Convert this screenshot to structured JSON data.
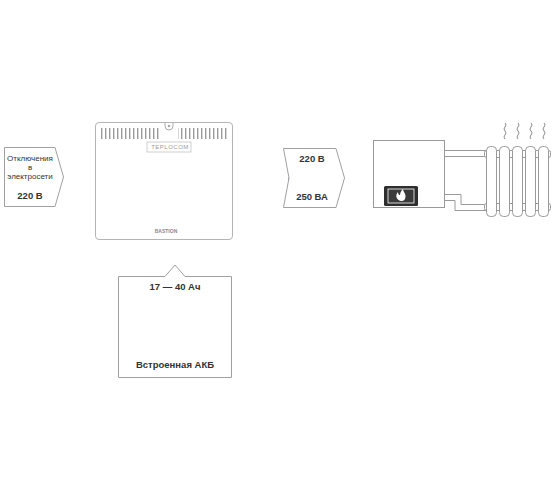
{
  "diagram": {
    "nodes": [
      {
        "text": [
          "Отключения в электросети",
          "220 В"
        ]
      },
      {
        "text": [
          "TEPLOCOM",
          "BASTION"
        ]
      },
      {
        "text": [
          "220 В",
          "250 ВА"
        ]
      },
      {
        "text": [
          "17 — 40 Ач",
          "Встроенная АКБ"
        ]
      }
    ]
  }
}
